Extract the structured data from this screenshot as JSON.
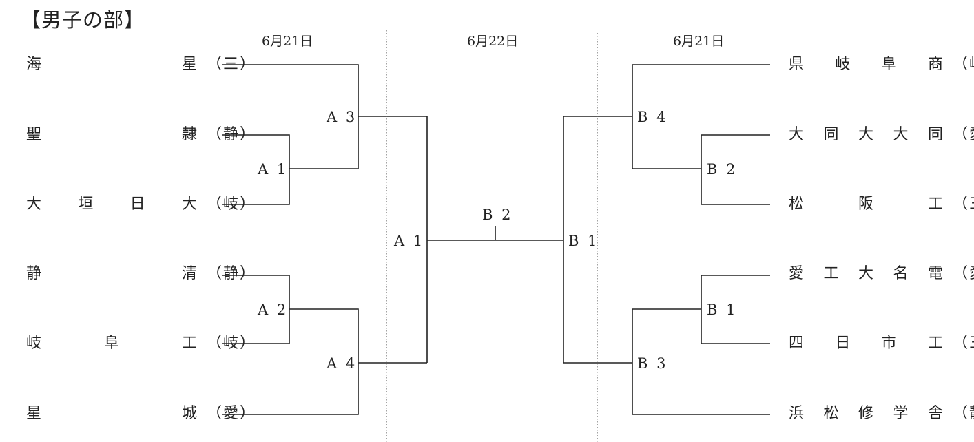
{
  "title": "【男子の部】",
  "dates": {
    "left": "6月21日",
    "center": "6月22日",
    "right": "6月21日"
  },
  "left_teams": [
    {
      "name": "海星",
      "pref": "（三）"
    },
    {
      "name": "聖隷",
      "pref": "（静）"
    },
    {
      "name": "大垣日大",
      "pref": "（岐）"
    },
    {
      "name": "静清",
      "pref": "（静）"
    },
    {
      "name": "岐阜工",
      "pref": "（岐）"
    },
    {
      "name": "星城",
      "pref": "（愛）"
    }
  ],
  "right_teams": [
    {
      "name": "県岐阜商",
      "pref": "（岐）"
    },
    {
      "name": "大同大大同",
      "pref": "（愛）"
    },
    {
      "name": "松阪工",
      "pref": "（三）"
    },
    {
      "name": "愛工大名電",
      "pref": "（愛）"
    },
    {
      "name": "四日市工",
      "pref": "（三）"
    },
    {
      "name": "浜松修学舎",
      "pref": "（静）"
    }
  ],
  "match_labels": {
    "left_a1": "A 1",
    "left_a2": "A 2",
    "left_a3": "A 3",
    "left_a4": "A 4",
    "left_semi_a1": "A 1",
    "final_b2": "B 2",
    "right_semi_b1": "B 1",
    "right_b4": "B 4",
    "right_b2": "B 2",
    "right_b1": "B 1",
    "right_b3": "B 3"
  }
}
